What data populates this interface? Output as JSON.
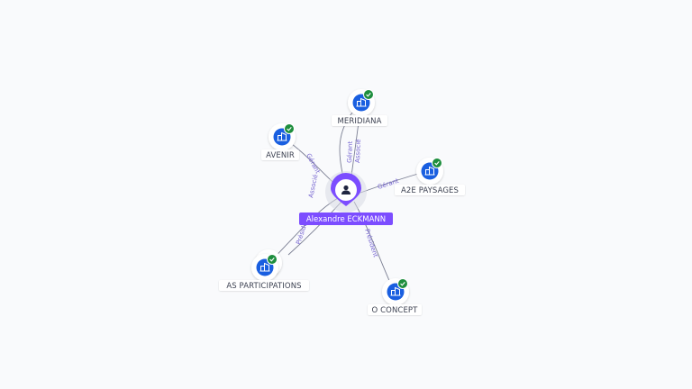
{
  "center": {
    "name": "Alexandre ECKMANN",
    "icon": "person-icon",
    "color": "#7c4dff"
  },
  "companies": [
    {
      "id": "meridiana",
      "name": "MERIDIANA",
      "icon": "building-icon",
      "verified": true
    },
    {
      "id": "avenir",
      "name": "AVENIR",
      "icon": "building-icon",
      "verified": true
    },
    {
      "id": "a2e",
      "name": "A2E PAYSAGES",
      "icon": "building-icon",
      "verified": true
    },
    {
      "id": "asp",
      "name": "AS PARTICIPATIONS",
      "icon": "building-icon",
      "verified": true
    },
    {
      "id": "oconcept",
      "name": "O CONCEPT",
      "icon": "building-icon",
      "verified": true
    }
  ],
  "relations": [
    {
      "target": "meridiana",
      "labels": [
        "Gérant",
        "Associé"
      ]
    },
    {
      "target": "avenir",
      "labels": [
        "Gérant",
        "Associé"
      ]
    },
    {
      "target": "a2e",
      "labels": [
        "Gérant"
      ]
    },
    {
      "target": "asp",
      "labels": [
        "Président"
      ]
    },
    {
      "target": "oconcept",
      "labels": [
        "Président"
      ]
    }
  ],
  "colors": {
    "company_icon": "#1a5fe0",
    "verified_badge": "#1e8e3e",
    "edge": "#7b7f93",
    "edge_label": "#7766d1"
  }
}
